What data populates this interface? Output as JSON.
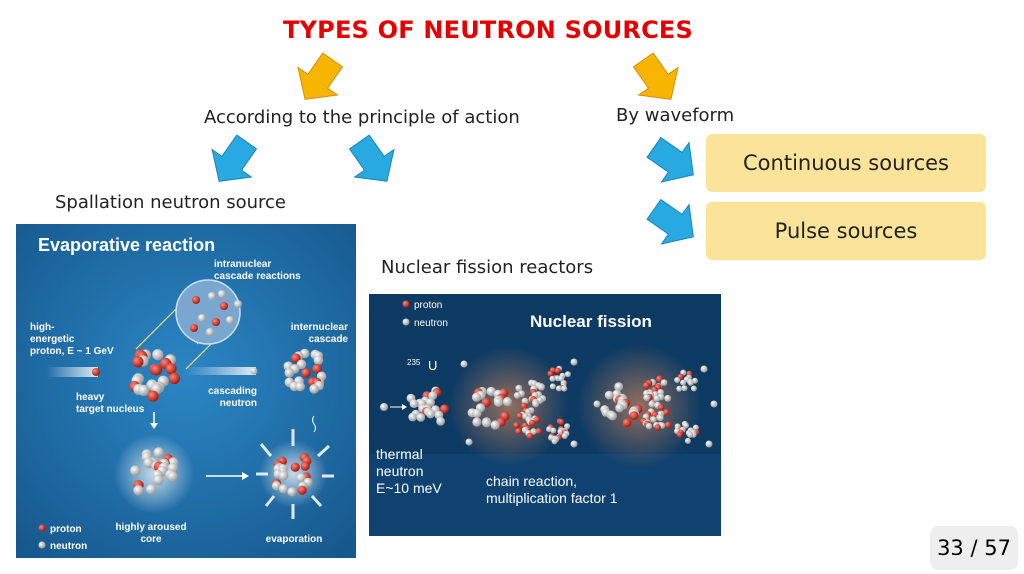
{
  "slide": {
    "title": "TYPES OF NEUTRON SOURCES",
    "branch_left": "According to the principle of action",
    "branch_right": "By waveform",
    "spallation_label": "Spallation neutron source",
    "fission_label": "Nuclear fission reactors",
    "continuous_label": "Continuous sources",
    "pulse_label": "Pulse sources",
    "page": "33 / 57"
  },
  "evaporative_panel": {
    "heading": "Evaporative reaction",
    "intranuclear_1": "intranuclear",
    "intranuclear_2": "cascade reactions",
    "high_1": "high-",
    "high_2": "energetic",
    "high_3": "proton, E ~ 1 GeV",
    "internuclear_1": "internuclear",
    "internuclear_2": "cascade",
    "cascading_1": "cascading",
    "cascading_2": "neutron",
    "heavy_1": "heavy",
    "heavy_2": "target nucleus",
    "legend_proton": "proton",
    "legend_neutron": "neutron",
    "aroused_1": "highly aroused",
    "aroused_2": "core",
    "evaporation": "evaporation"
  },
  "fission_panel": {
    "heading": "Nuclear fission",
    "legend_proton": "proton",
    "legend_neutron": "neutron",
    "isotope_mass": "235",
    "isotope_symbol": "U",
    "thermal_1": "thermal",
    "thermal_2": "neutron",
    "thermal_3": "E~10 meV",
    "chain_1": "chain reaction,",
    "chain_2": "multiplication factor 1"
  },
  "colors": {
    "title": "#e60000",
    "arrow_orange": "#f8b500",
    "arrow_blue": "#29a9e1",
    "pill_fill": "#fbe49a",
    "evaporative_bg": "#1f6fa8",
    "fission_bg": "#0c3a63",
    "proton": "#c92a1b",
    "neutron": "#d9d9d9"
  }
}
